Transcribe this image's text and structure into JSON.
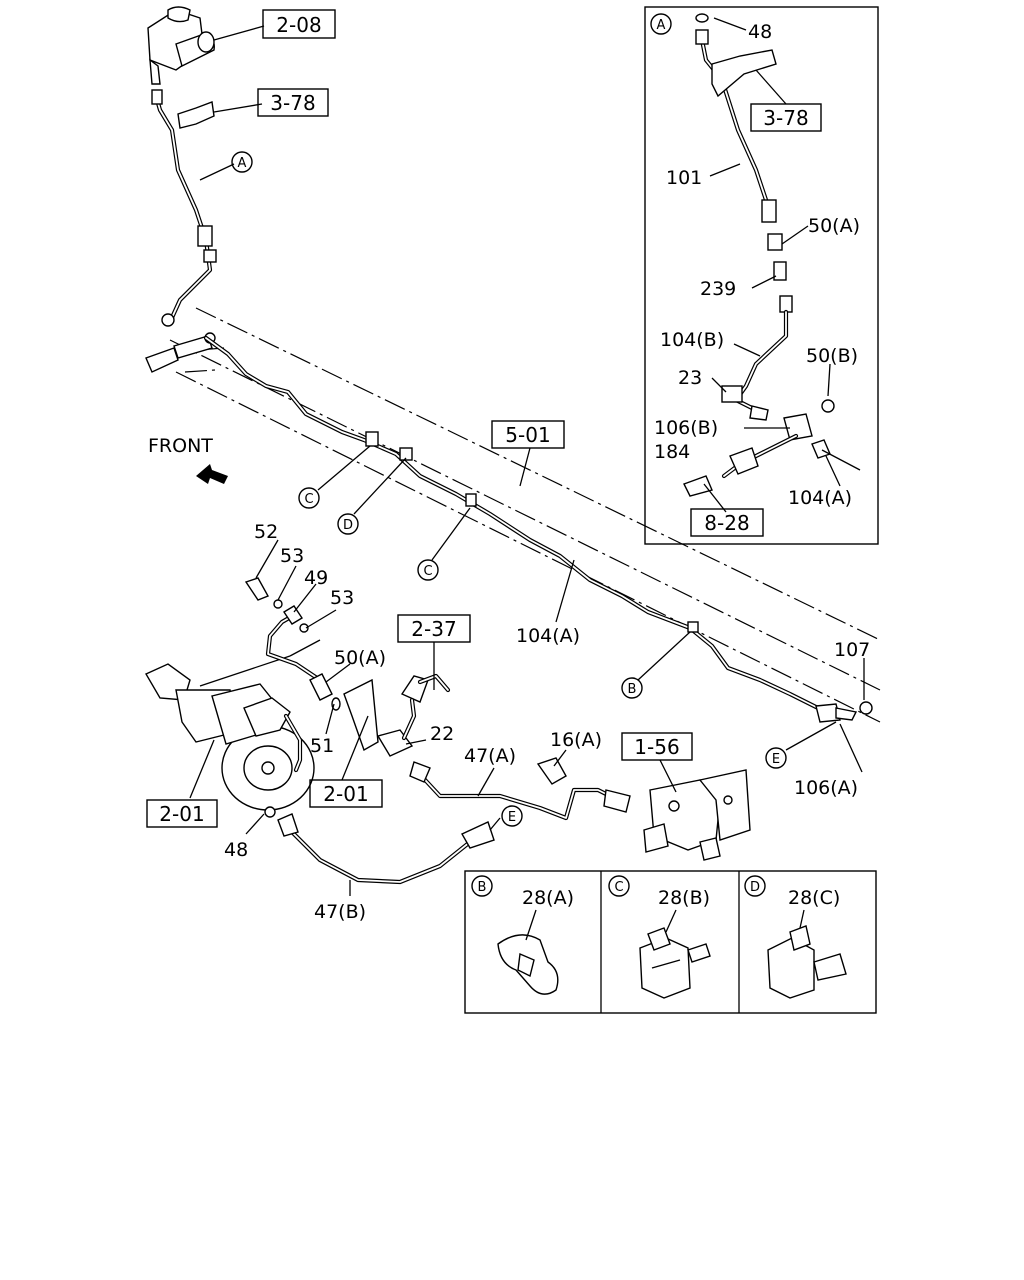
{
  "diagram": {
    "ref_boxes": {
      "r208": "2-08",
      "r378_main": "3-78",
      "r501": "5-01",
      "r237": "2-37",
      "r201_a": "2-01",
      "r201_b": "2-01",
      "r156": "1-56",
      "r378_detail": "3-78",
      "r828": "8-28"
    },
    "front_label": "FRONT",
    "callouts": {
      "A": "A",
      "B": "B",
      "C": "C",
      "D": "D",
      "E": "E"
    },
    "part_labels": {
      "p52": "52",
      "p53a": "53",
      "p49": "49",
      "p53b": "53",
      "p50a": "50(A)",
      "p51": "51",
      "p22": "22",
      "p47a": "47(A)",
      "p16a": "16(A)",
      "p48": "48",
      "p47b": "47(B)",
      "p104a_main": "104(A)",
      "p107": "107",
      "p106a": "106(A)"
    },
    "detail_a": {
      "p48": "48",
      "p101": "101",
      "p50a": "50(A)",
      "p239": "239",
      "p104b": "104(B)",
      "p50b": "50(B)",
      "p23": "23",
      "p106b": "106(B)",
      "p184": "184",
      "p104a": "104(A)"
    },
    "clip_details": {
      "b_label": "28(A)",
      "c_label": "28(B)",
      "d_label": "28(C)"
    }
  }
}
